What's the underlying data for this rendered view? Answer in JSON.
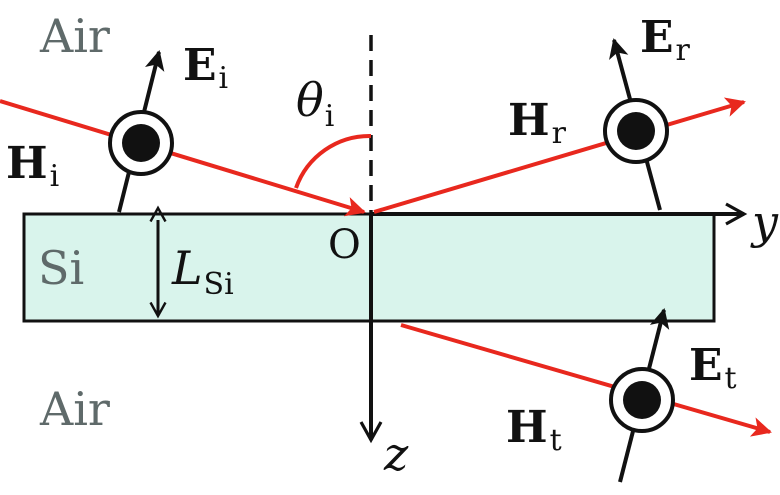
{
  "regions": {
    "air_top": "Air",
    "air_bottom": "Air",
    "slab": "Si"
  },
  "labels": {
    "incident_E": {
      "main": "E",
      "sub": "i"
    },
    "incident_H": {
      "main": "H",
      "sub": "i"
    },
    "reflected_E": {
      "main": "E",
      "sub": "r"
    },
    "reflected_H": {
      "main": "H",
      "sub": "r"
    },
    "transmitted_E": {
      "main": "E",
      "sub": "t"
    },
    "transmitted_H": {
      "main": "H",
      "sub": "t"
    },
    "angle": {
      "main": "θ",
      "sub": "i"
    },
    "thickness": {
      "main": "L",
      "sub": "Si"
    },
    "origin": "O",
    "y_axis": "y",
    "z_axis": "z"
  },
  "colors": {
    "ray": "#e8281e",
    "slab_fill": "#d9f4ec",
    "ink": "#111111",
    "region_text": "#5f6a6a"
  }
}
